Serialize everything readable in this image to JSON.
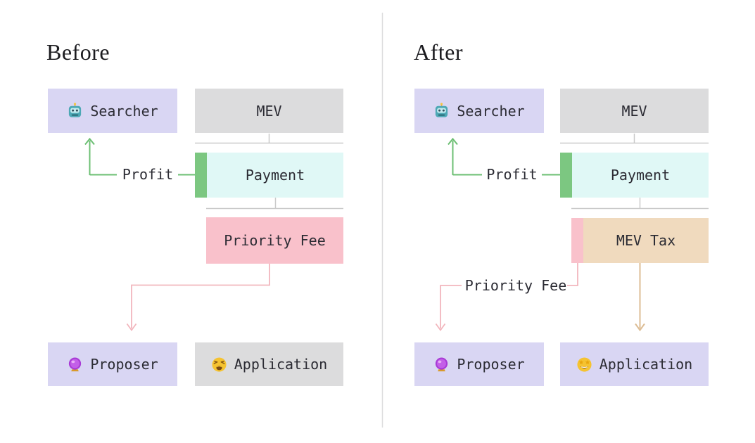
{
  "colors": {
    "lavender": "#d9d6f3",
    "gray_box": "#dcdcdd",
    "payment_fill": "#e0f8f6",
    "profit_green": "#7cc781",
    "green_line": "#6cbf73",
    "pink_box": "#f9c1cb",
    "pink_line": "#f2b6bd",
    "tan_box": "#f0dabe",
    "tan_line": "#ddbd95",
    "connector_gray": "#c9c9c9",
    "text": "#2b2b33"
  },
  "before": {
    "title": "Before",
    "searcher": "Searcher",
    "searcher_icon": "robot",
    "mev": "MEV",
    "payment": "Payment",
    "profit": "Profit",
    "priority_fee": "Priority Fee",
    "proposer": "Proposer",
    "proposer_icon": "crystal-ball",
    "application": "Application",
    "application_icon": "weary-face"
  },
  "after": {
    "title": "After",
    "searcher": "Searcher",
    "searcher_icon": "robot",
    "mev": "MEV",
    "payment": "Payment",
    "profit": "Profit",
    "mev_tax": "MEV Tax",
    "priority_fee": "Priority Fee",
    "proposer": "Proposer",
    "proposer_icon": "crystal-ball",
    "application": "Application",
    "application_icon": "star-struck"
  }
}
